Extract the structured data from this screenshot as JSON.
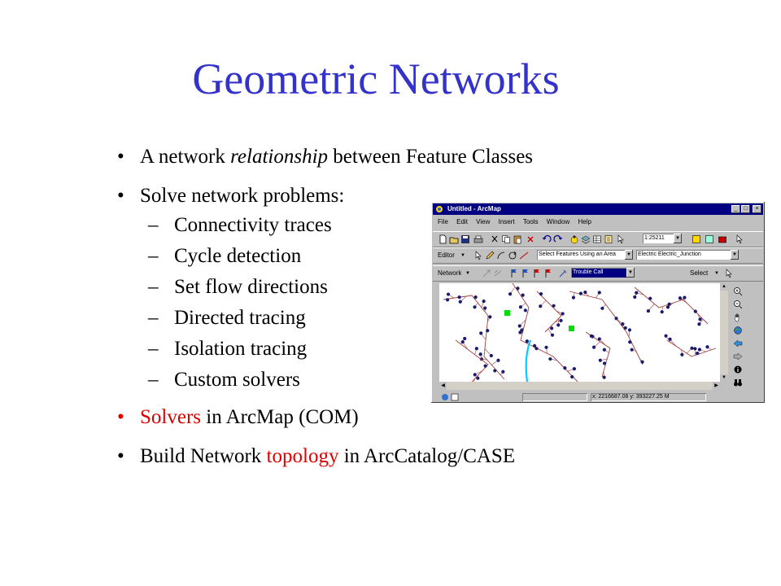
{
  "slide": {
    "title": "Geometric Networks",
    "bullets": [
      {
        "pre": "A network ",
        "em": "relationship",
        "post": " between Feature Classes"
      },
      {
        "text": "Solve network problems:"
      },
      {
        "red": "Solvers",
        "post": " in ArcMap (COM)"
      },
      {
        "pre": "Build Network ",
        "red": "topology",
        "post": " in ArcCatalog/CASE"
      }
    ],
    "subbullets": [
      "Connectivity traces",
      "Cycle detection",
      "Set flow directions",
      "Directed tracing",
      "Isolation tracing",
      "Custom solvers"
    ],
    "bullet_glyph": "•",
    "dash_glyph": "–",
    "colors": {
      "title": "#3333cc",
      "highlight": "#e00000"
    }
  },
  "arcmap": {
    "window_title": "Untitled - ArcMap",
    "title_buttons": [
      "_",
      "□",
      "×"
    ],
    "menu": [
      "File",
      "Edit",
      "View",
      "Insert",
      "Tools",
      "Window",
      "Help"
    ],
    "scale": "1:25211",
    "editor_label": "Editor",
    "select_tool": "Select Features Using an Area",
    "target_layer": "Electric Electric_Junction",
    "network_label": "Network",
    "trace_task": "Trouble Call",
    "select_label": "Select",
    "status_coords": "x: 2216687.08  y: 393227.25 M",
    "dropdown_glyph": "▼",
    "icons": [
      "new-icon",
      "open-icon",
      "save-icon",
      "print-icon",
      "cut-icon",
      "copy-icon",
      "paste-icon",
      "undo-icon",
      "redo-icon",
      "add-data-icon",
      "zoom-in-icon",
      "identify-icon",
      "pan-icon",
      "full-extent-icon",
      "back-icon",
      "forward-icon",
      "info-icon",
      "binoculars-icon"
    ],
    "colors": {
      "titlebar": "#000080",
      "junction": "#1a1a6e",
      "line": "#a04040",
      "source": "#00dd00",
      "river": "#00ccff"
    }
  }
}
